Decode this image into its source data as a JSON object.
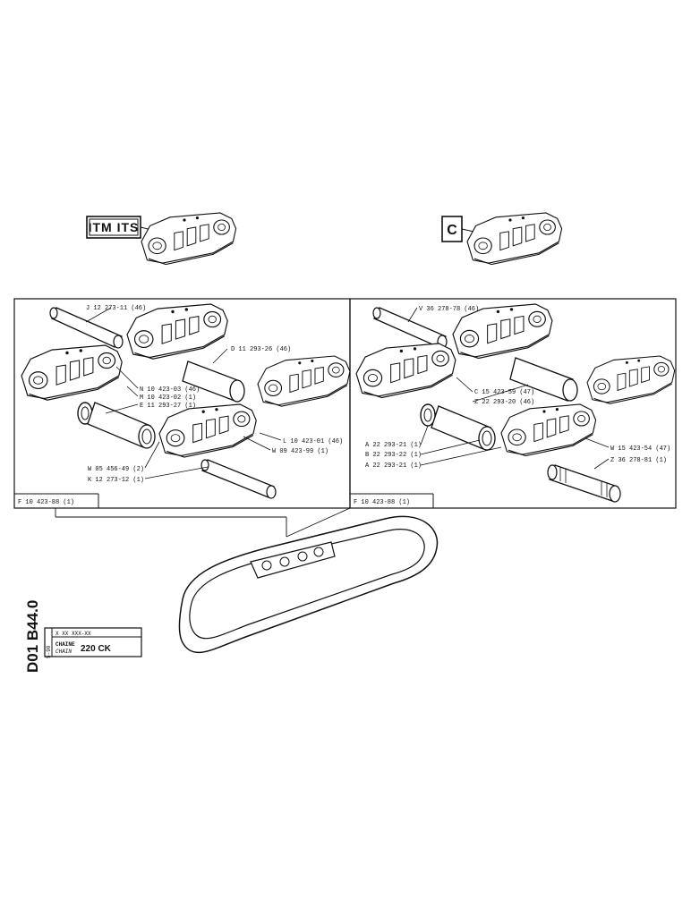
{
  "brand": {
    "logo_left": "ITM ITS",
    "logo_right": "C"
  },
  "left_panel": {
    "frame_label": "F 10 423-88 (1)",
    "callouts": [
      "J 12  273-11 (46)",
      "D 11 293-26 (46)",
      "N 10 423-03 (46)",
      "M 10 423-02 (1)",
      "E 11 293-27 (1)",
      "L 10 423-01 (46)",
      "W 09 423-99 (1)",
      "W 05 456-49 (2)",
      "K 12 273-12 (1)"
    ]
  },
  "right_panel": {
    "frame_label": "F 10 423-88 (1)",
    "callouts": [
      "V 36 278-78 (46)",
      "C 15 423-59 (47)",
      "Z 22 293-20 (46)",
      "A 22 293-21 (1)",
      "B 22 293-22 (1)",
      "A 22 293-21 (1)",
      "W 15 423-54 (47)",
      "Z 36 278-81 (1)"
    ]
  },
  "side_code": "D01  B44.0",
  "title_block": {
    "ref": "X  XX  XXX-XX",
    "name_fr": "CHAINE",
    "name_en": "CHAIN",
    "model": "220 CK",
    "small_code": "5-90"
  }
}
